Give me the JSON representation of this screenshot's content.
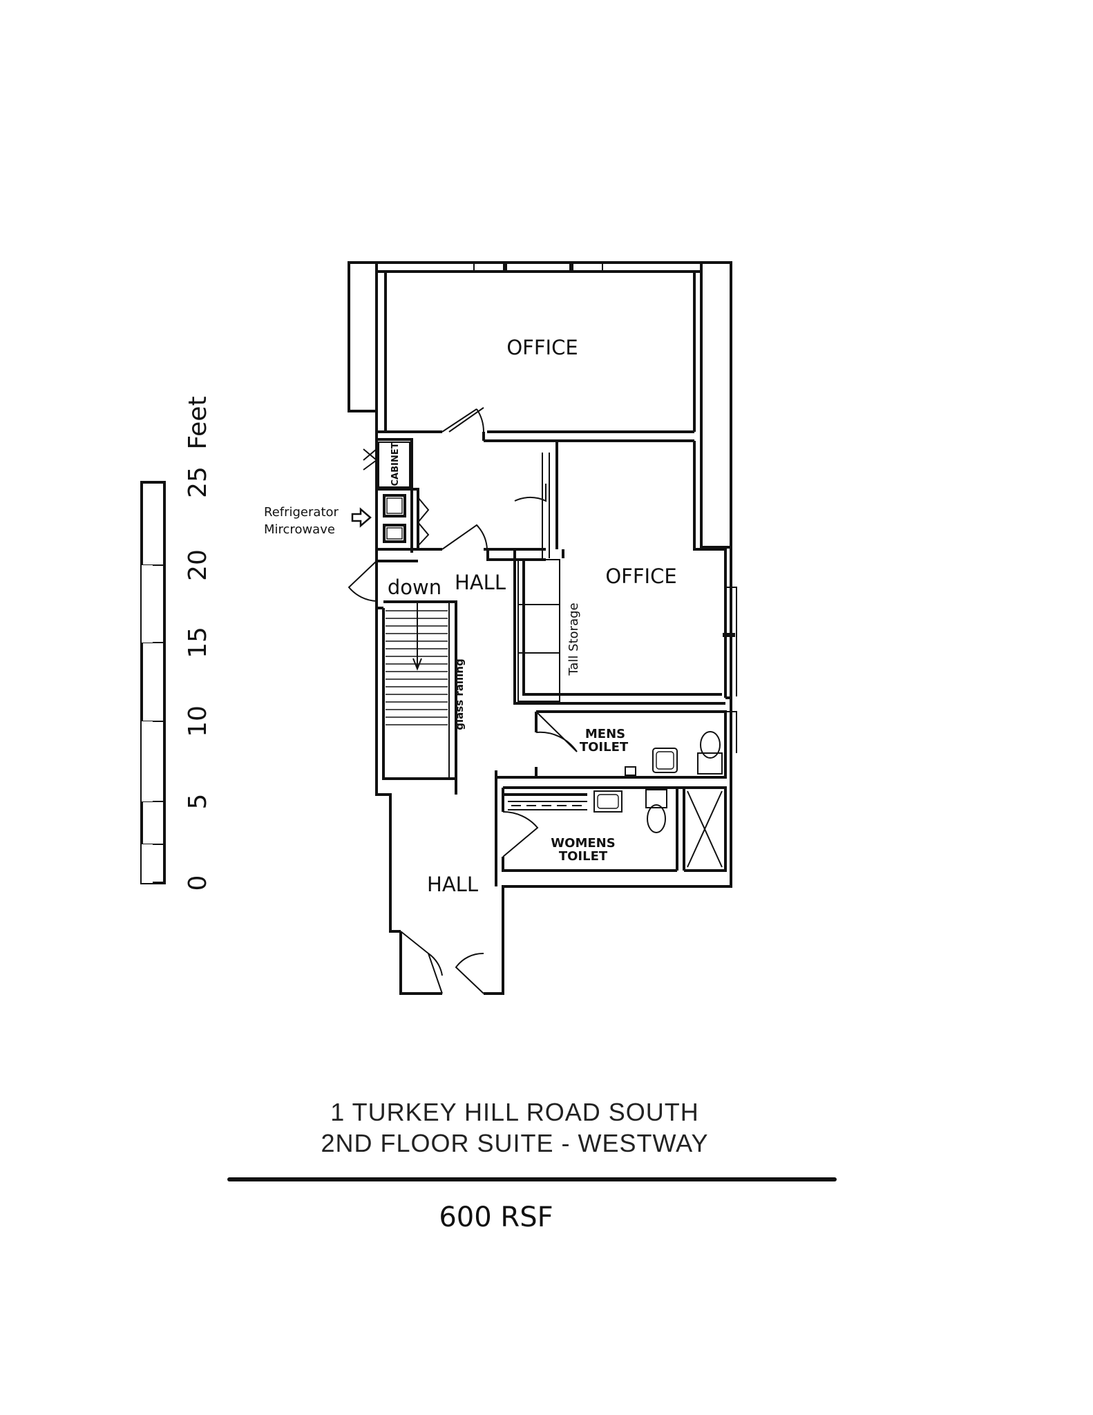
{
  "rooms": {
    "office_top": "OFFICE",
    "office_right": "OFFICE",
    "hall_upper": "HALL",
    "hall_lower": "HALL",
    "mens_toilet_line1": "MENS",
    "mens_toilet_line2": "TOILET",
    "womens_toilet_line1": "WOMENS",
    "womens_toilet_line2": "TOILET"
  },
  "labels": {
    "cabinet": "CABINET",
    "refrigerator": "Refrigerator",
    "microwave": "Mircrowave",
    "stairs_down": "down",
    "glass_railing": "glass railing",
    "tall_storage": "Tall Storage"
  },
  "scale_bar": {
    "unit": "Feet",
    "ticks": [
      "0",
      "5",
      "10",
      "15",
      "20",
      "25"
    ]
  },
  "title_block": {
    "line1": "1 TURKEY HILL ROAD SOUTH",
    "line2": "2ND FLOOR SUITE - WESTWAY",
    "area": "600  RSF"
  }
}
